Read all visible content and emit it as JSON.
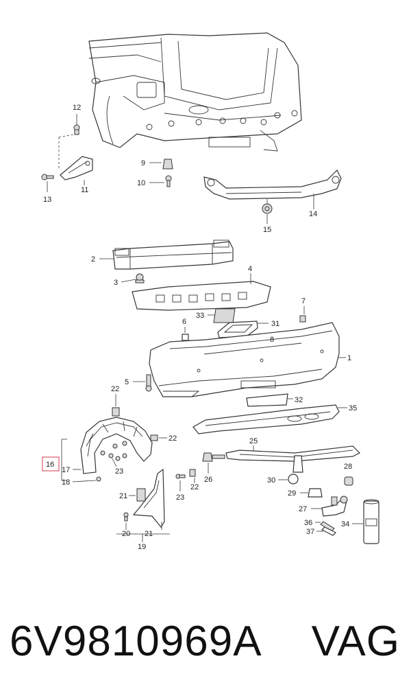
{
  "callouts": {
    "c12": "12",
    "c13": "13",
    "c11": "11",
    "c9": "9",
    "c10": "10",
    "c14": "14",
    "c15": "15",
    "c2": "2",
    "c3": "3",
    "c4": "4",
    "c7": "7",
    "c6": "6",
    "c33": "33",
    "c31": "31",
    "c8": "8",
    "c1": "1",
    "c5": "5",
    "c32": "32",
    "c35": "35",
    "c22a": "22",
    "c22b": "22",
    "c16": "16",
    "c17": "17",
    "c18": "18",
    "c23a": "23",
    "c25": "25",
    "c26": "26",
    "c28": "28",
    "c30": "30",
    "c29": "29",
    "c27": "27",
    "c22c": "22",
    "c23b": "23",
    "c21a": "21",
    "c36": "36",
    "c37": "37",
    "c34": "34",
    "c20": "20",
    "c21b": "21",
    "c19": "19"
  },
  "highlighted_callout": "16",
  "highlight_color": "#e05a6a",
  "caption": {
    "part_number": "6V9810969A",
    "brand": "VAG"
  }
}
